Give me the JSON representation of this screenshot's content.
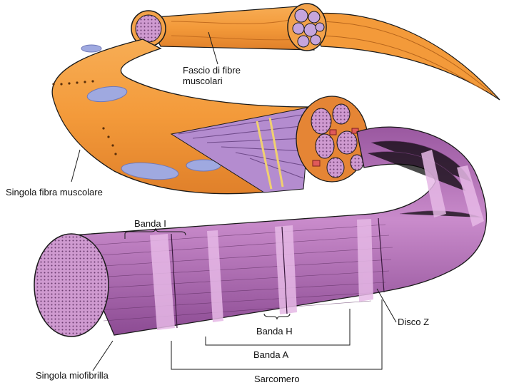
{
  "labels": {
    "fascicle": "Fascio di fibre\nmuscolari",
    "fiber": "Singola fibra muscolare",
    "band_i": "Banda I",
    "band_h": "Banda H",
    "band_a": "Banda A",
    "disc_z": "Disco Z",
    "sarcomere": "Sarcomero",
    "myofibril": "Singola miofibrilla"
  },
  "colors": {
    "muscle_orange": "#f39a3a",
    "muscle_orange_light": "#f9b865",
    "myofibril_purple": "#b06cb4",
    "myofibril_light": "#d8a3d7",
    "nucleus_blue": "#9fa9e0",
    "outline": "#1a1a1a"
  }
}
